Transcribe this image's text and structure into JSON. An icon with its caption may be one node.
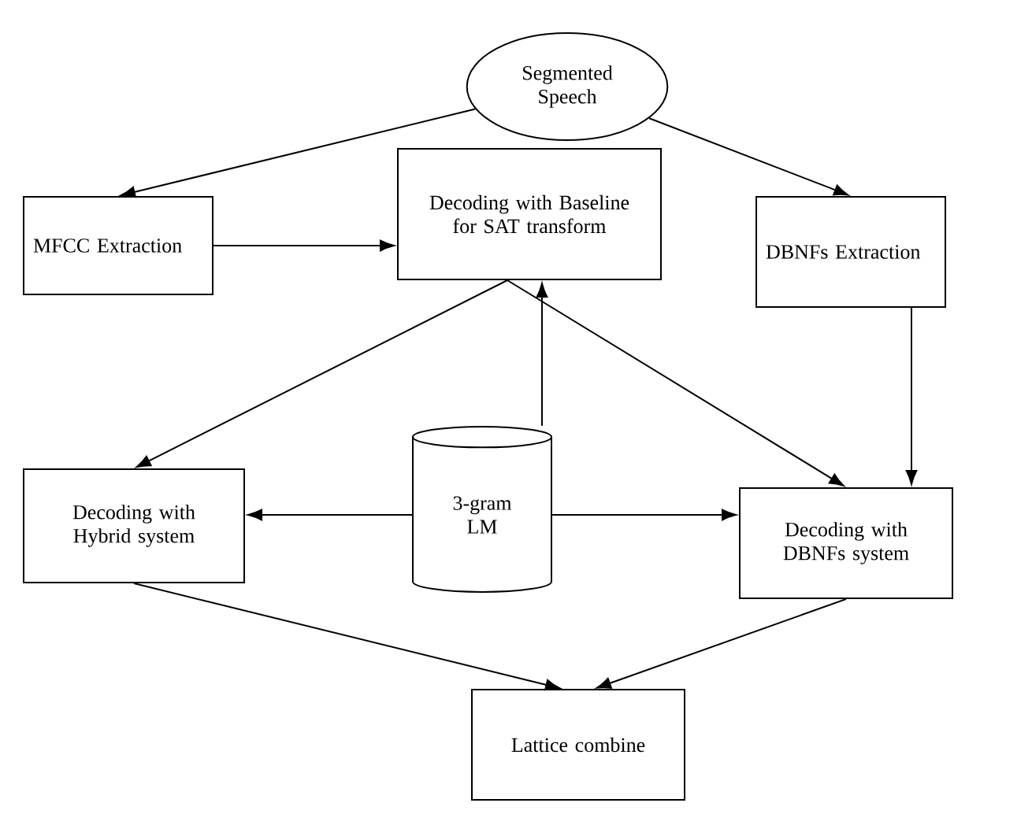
{
  "diagram": {
    "nodes": [
      {
        "text": [
          "Segmented Speech"
        ]
      },
      {
        "text": [
          "MFCC Extraction"
        ]
      },
      {
        "text": [
          "Decoding with Baseline for SAT transform"
        ]
      },
      {
        "text": [
          "DBNFs Extraction"
        ]
      },
      {
        "text": [
          "Decoding with Hybrid system"
        ]
      },
      {
        "text": [
          "3-gram LM"
        ]
      },
      {
        "text": [
          "Decoding with DBNFs system"
        ]
      },
      {
        "text": [
          "Lattice combine"
        ]
      }
    ],
    "edges": [
      {
        "from": 0,
        "to": 1,
        "arrow": "to"
      },
      {
        "from": 0,
        "to": 3,
        "arrow": "to"
      },
      {
        "from": 1,
        "to": 2,
        "arrow": "to"
      },
      {
        "from": 5,
        "to": 2,
        "arrow": "to"
      },
      {
        "from": 2,
        "to": 4,
        "arrow": "to"
      },
      {
        "from": 2,
        "to": 6,
        "arrow": "to"
      },
      {
        "from": 3,
        "to": 6,
        "arrow": "to"
      },
      {
        "from": 5,
        "to": 4,
        "arrow": "to"
      },
      {
        "from": 5,
        "to": 6,
        "arrow": "to"
      },
      {
        "from": 4,
        "to": 7,
        "arrow": "to"
      },
      {
        "from": 6,
        "to": 7,
        "arrow": "to"
      }
    ]
  }
}
